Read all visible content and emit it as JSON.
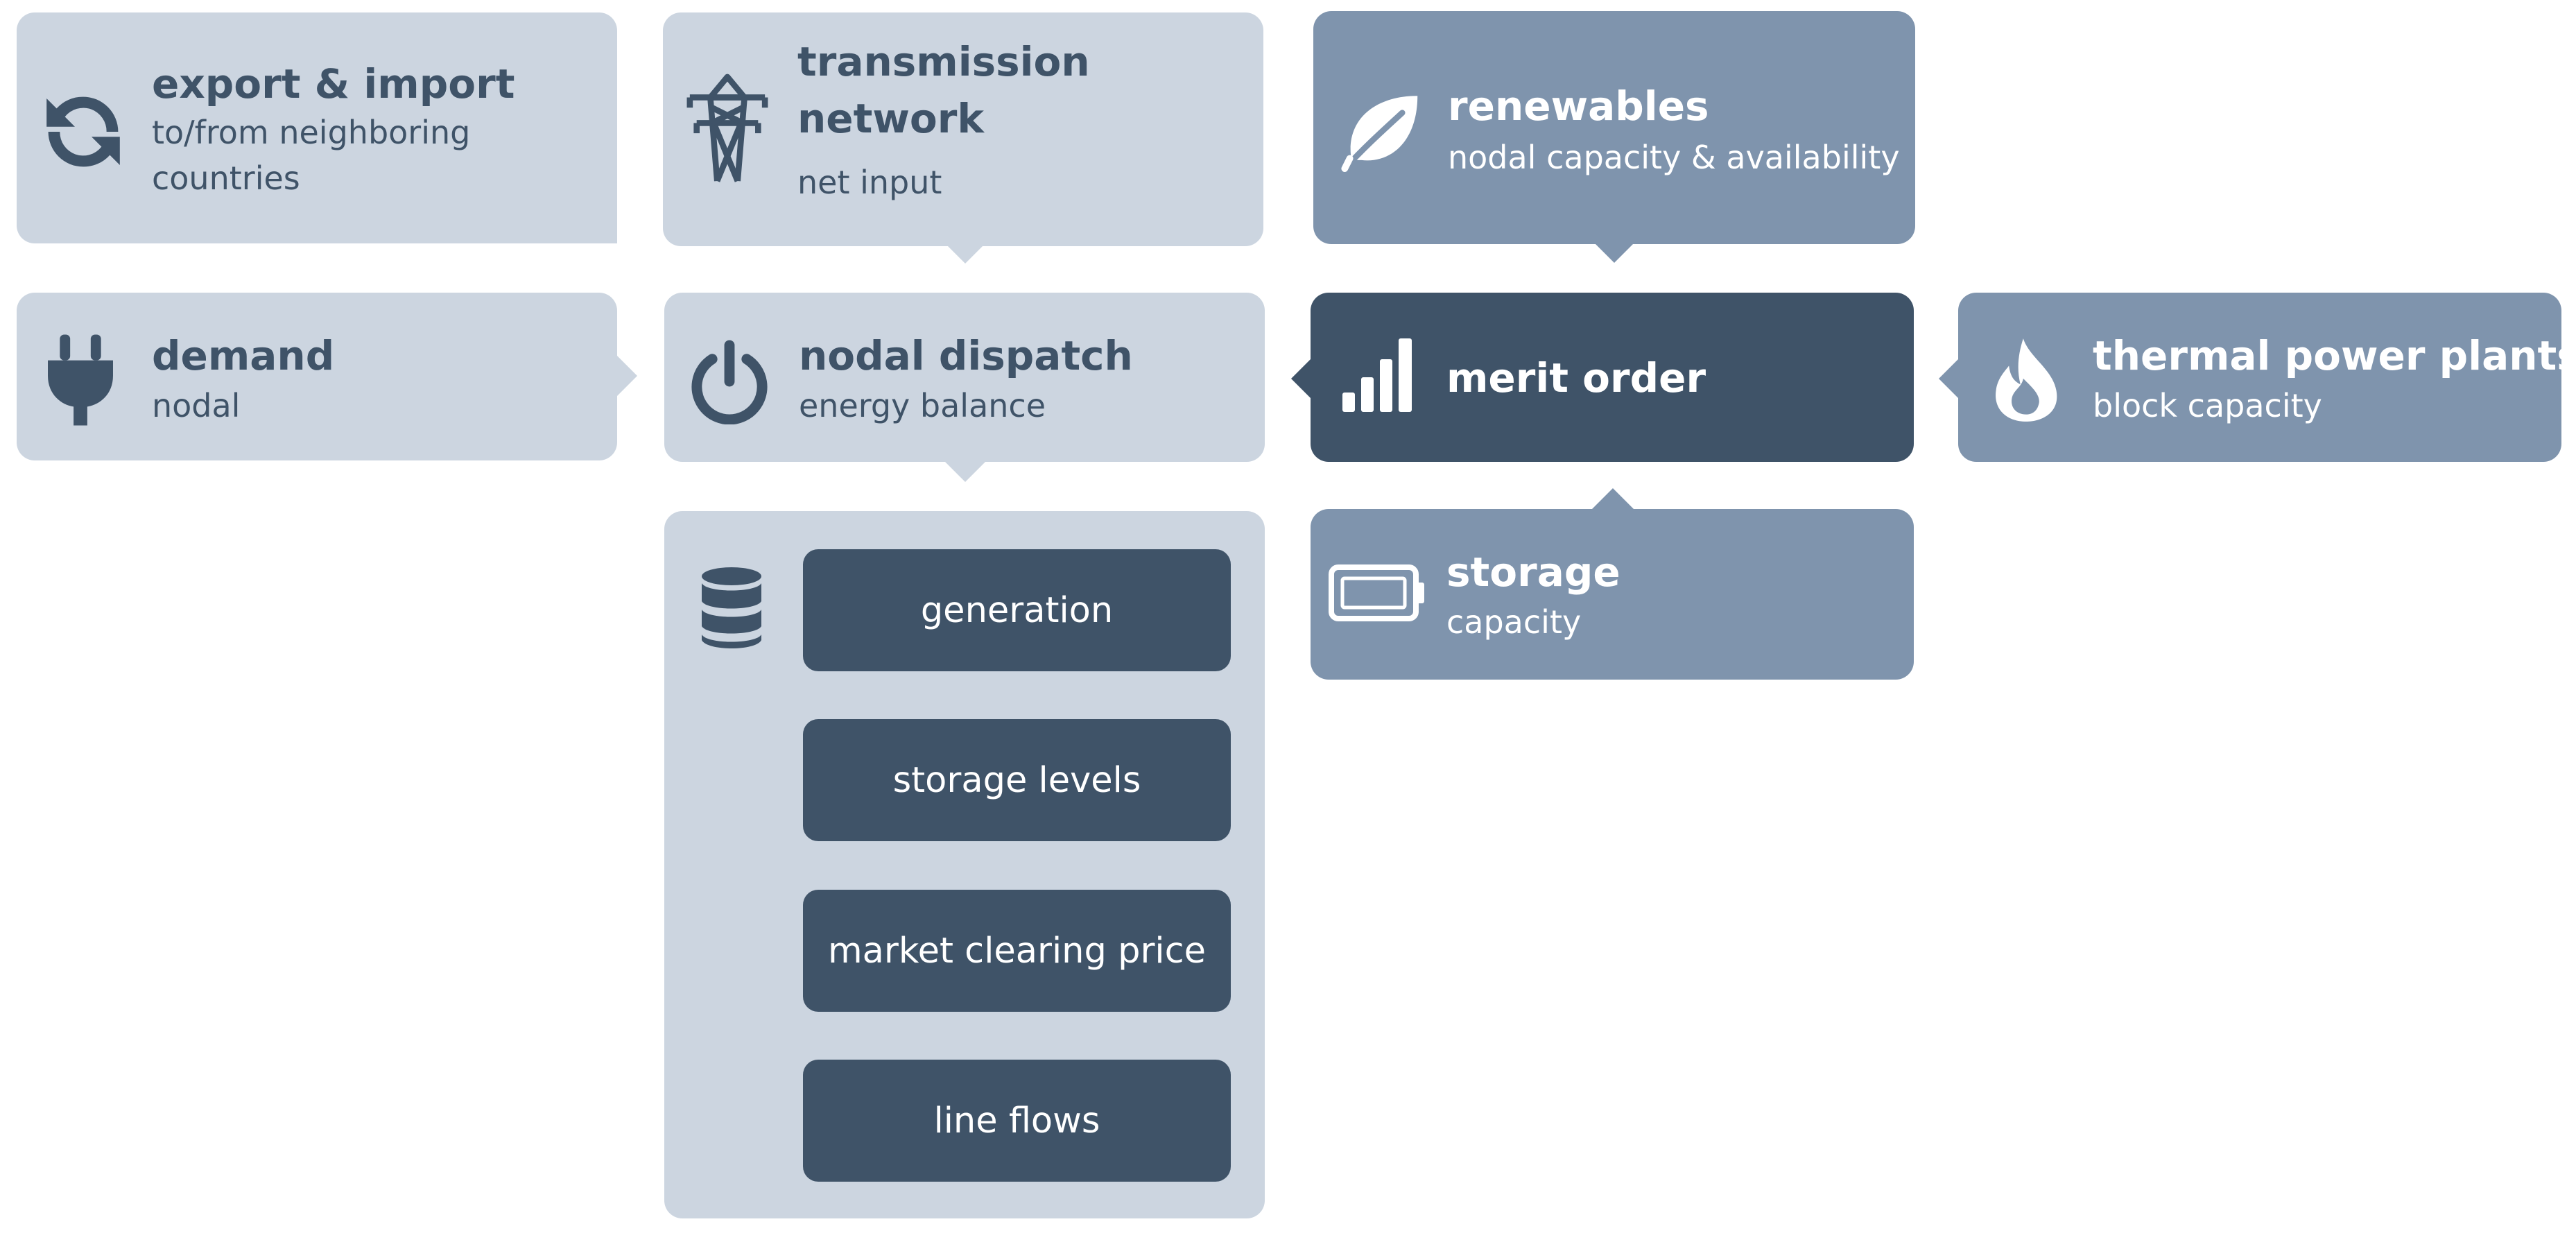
{
  "colors": {
    "light": "#ccd5e0",
    "mid": "#7f94ad",
    "dark": "#3f5368"
  },
  "export_import": {
    "title": "export & import",
    "subtitle": "to/from neighboring countries",
    "icon": "refresh-icon"
  },
  "transmission": {
    "title": "transmission network",
    "subtitle": "net input",
    "icon": "transmission-tower-icon"
  },
  "renewables": {
    "title": "renewables",
    "subtitle": "nodal capacity & availability",
    "icon": "leaf-icon"
  },
  "demand": {
    "title": "demand",
    "subtitle": "nodal",
    "icon": "plug-icon"
  },
  "nodal_dispatch": {
    "title": "nodal dispatch",
    "subtitle": "energy balance",
    "icon": "power-icon"
  },
  "merit_order": {
    "title": "merit order",
    "icon": "bar-chart-icon"
  },
  "thermal": {
    "title": "thermal power plants",
    "subtitle": "block capacity",
    "icon": "flame-icon"
  },
  "storage": {
    "title": "storage",
    "subtitle": "capacity",
    "icon": "battery-icon"
  },
  "outputs": {
    "icon": "database-icon",
    "items": [
      "generation",
      "storage levels",
      "market clearing price",
      "line flows"
    ]
  }
}
